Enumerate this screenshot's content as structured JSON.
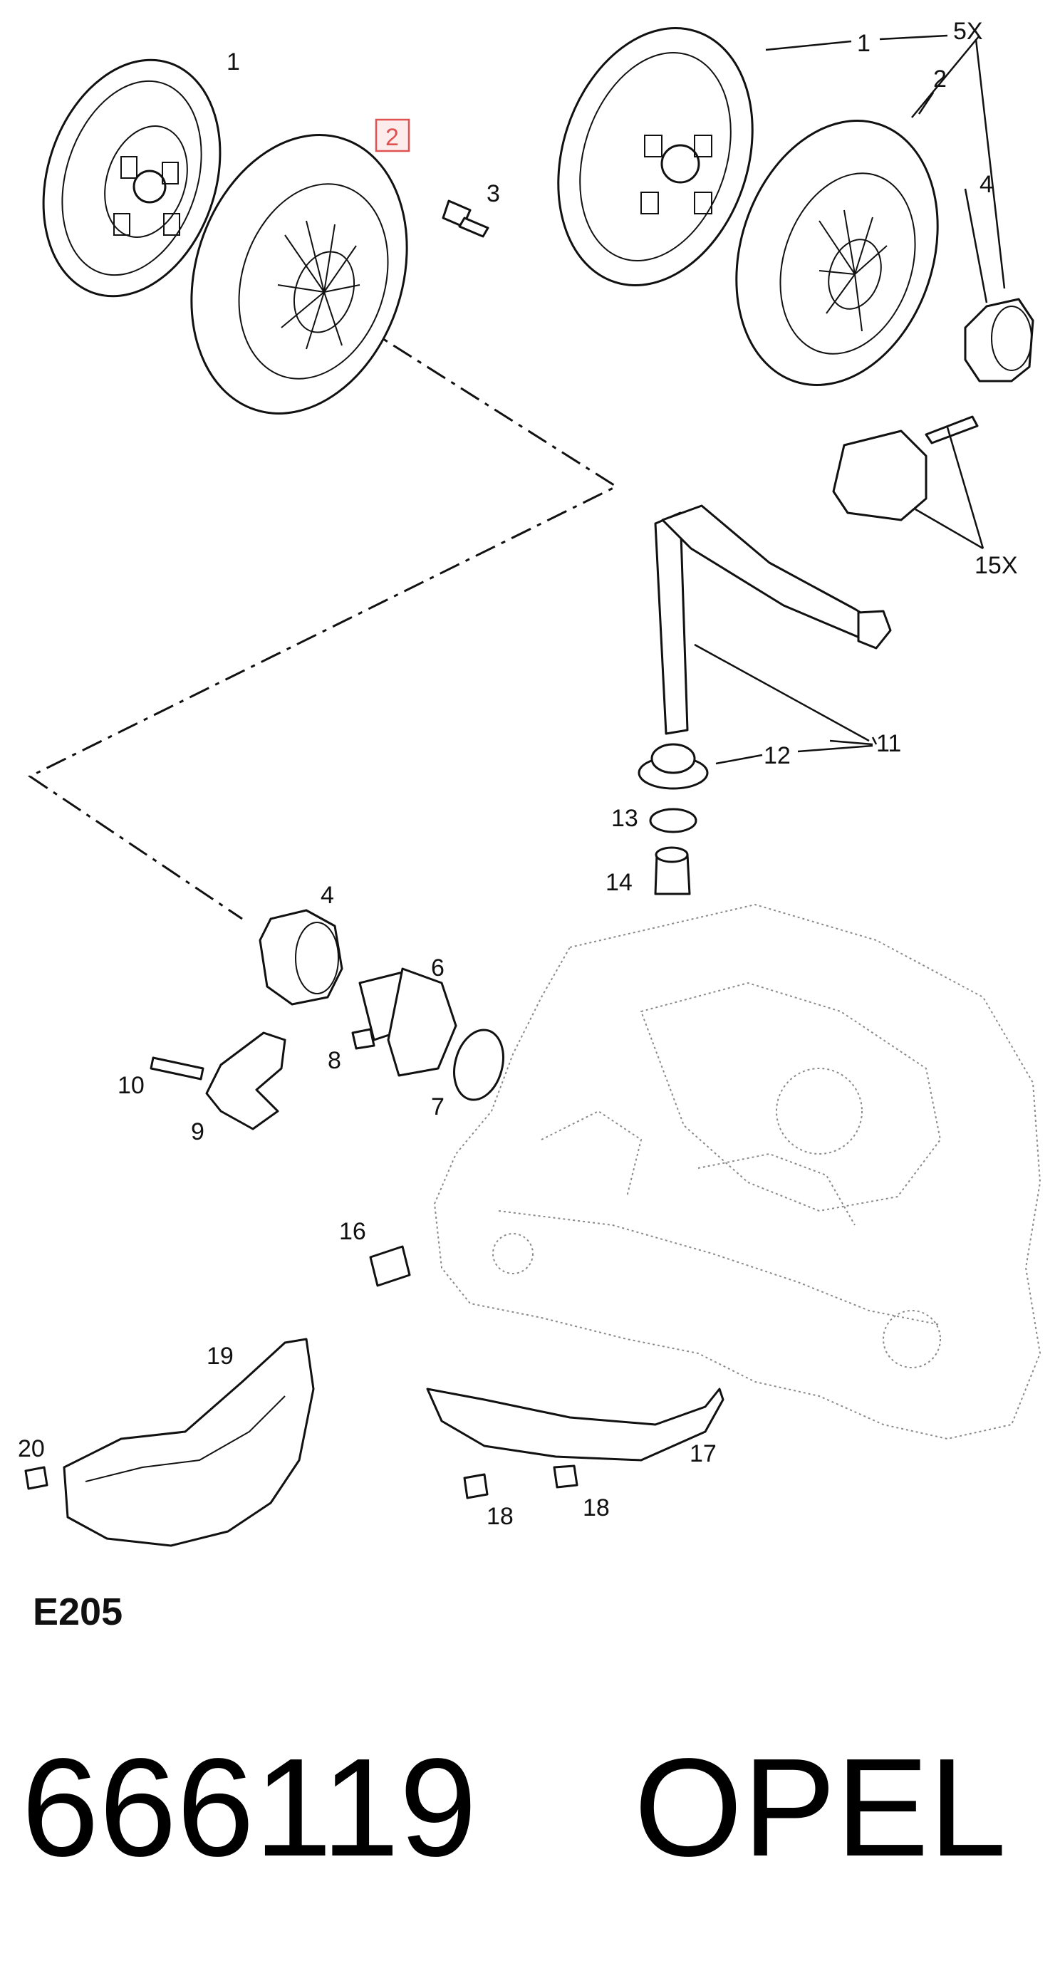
{
  "diagram_code": "E205",
  "footer": {
    "part_number": "666119",
    "brand": "OPEL"
  },
  "highlight_color": "#e05252",
  "callouts": {
    "c1a": "1",
    "c2a": "2",
    "c3": "3",
    "c1b": "1",
    "c5x": "5X",
    "c2b": "2",
    "c4a": "4",
    "c15x": "15X",
    "c11": "11",
    "c12": "12",
    "c13": "13",
    "c14": "14",
    "c4b": "4",
    "c6": "6",
    "c8": "8",
    "c7": "7",
    "c10": "10",
    "c9": "9",
    "c16": "16",
    "c19": "19",
    "c20": "20",
    "c17": "17",
    "c18a": "18",
    "c18b": "18"
  }
}
